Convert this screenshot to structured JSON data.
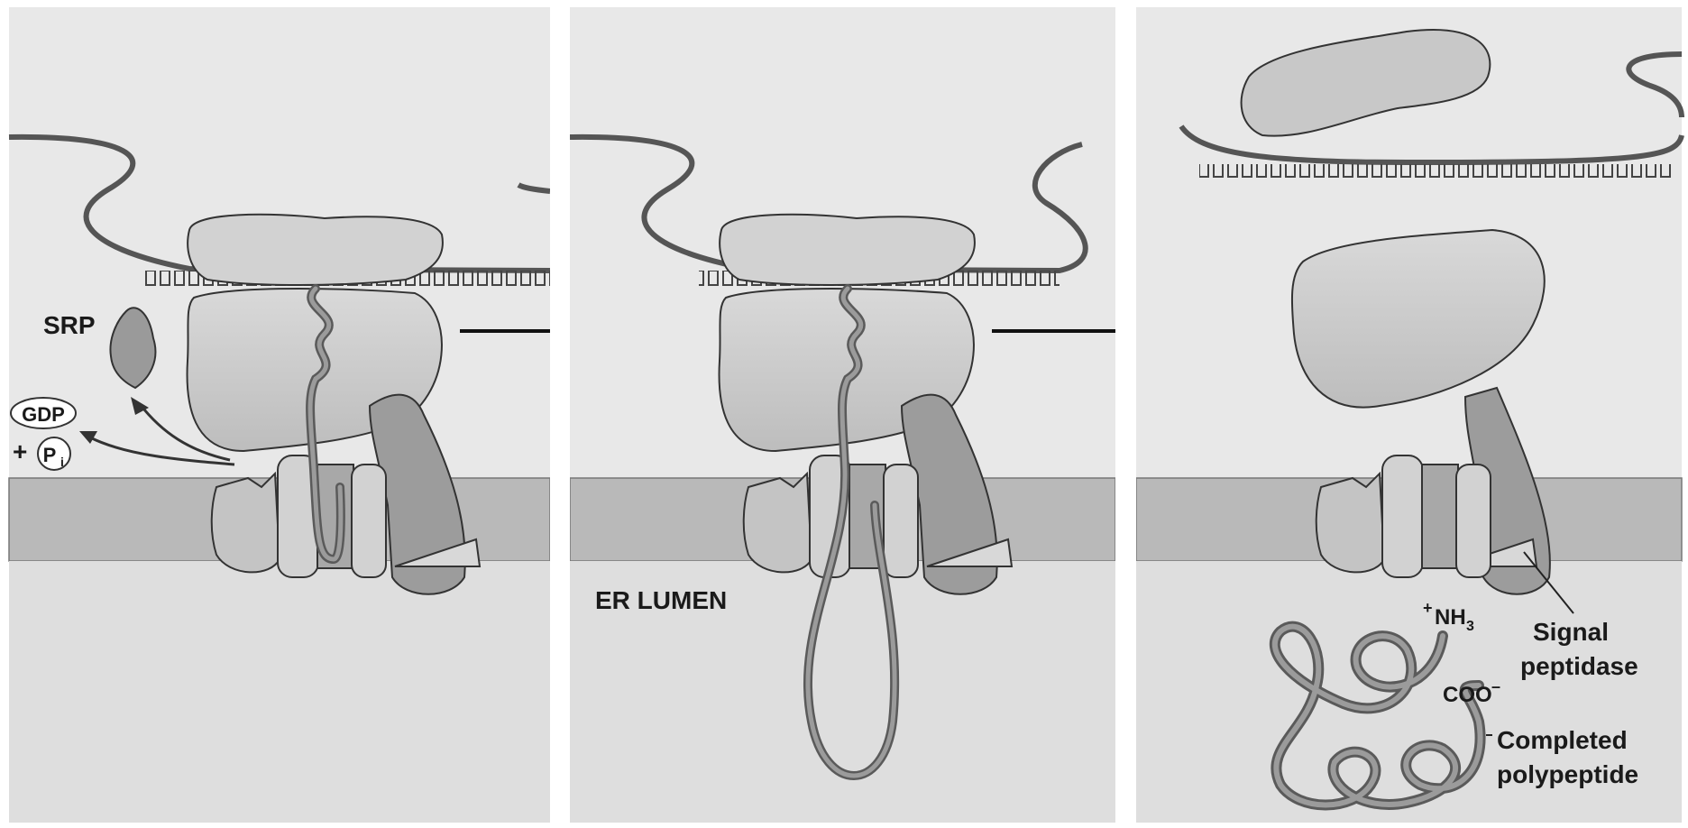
{
  "figure": {
    "panels": [
      {
        "id": "panel-1",
        "labels": {
          "srp": "SRP",
          "gdp": "GDP",
          "plus": "+",
          "pi_main": "P",
          "pi_sub": "i"
        }
      },
      {
        "id": "panel-2",
        "labels": {
          "lumen": "ER LUMEN"
        }
      },
      {
        "id": "panel-3",
        "labels": {
          "nh3_plus": "+",
          "nh3_main": "NH",
          "nh3_sub": "3",
          "coo": "COO",
          "coo_minus": "–",
          "signal_1": "Signal",
          "signal_2": "peptidase",
          "completed_1": "Completed",
          "completed_2": "polypeptide"
        }
      }
    ],
    "colors": {
      "cytosol": "#e8e8e8",
      "membrane": "#b9b9b9",
      "lumen": "#dedede",
      "ribosome": "#c9c9c9",
      "translocon_dark": "#9c9c9c",
      "polypeptide": "#8a8a8a",
      "outline": "#333333"
    }
  }
}
